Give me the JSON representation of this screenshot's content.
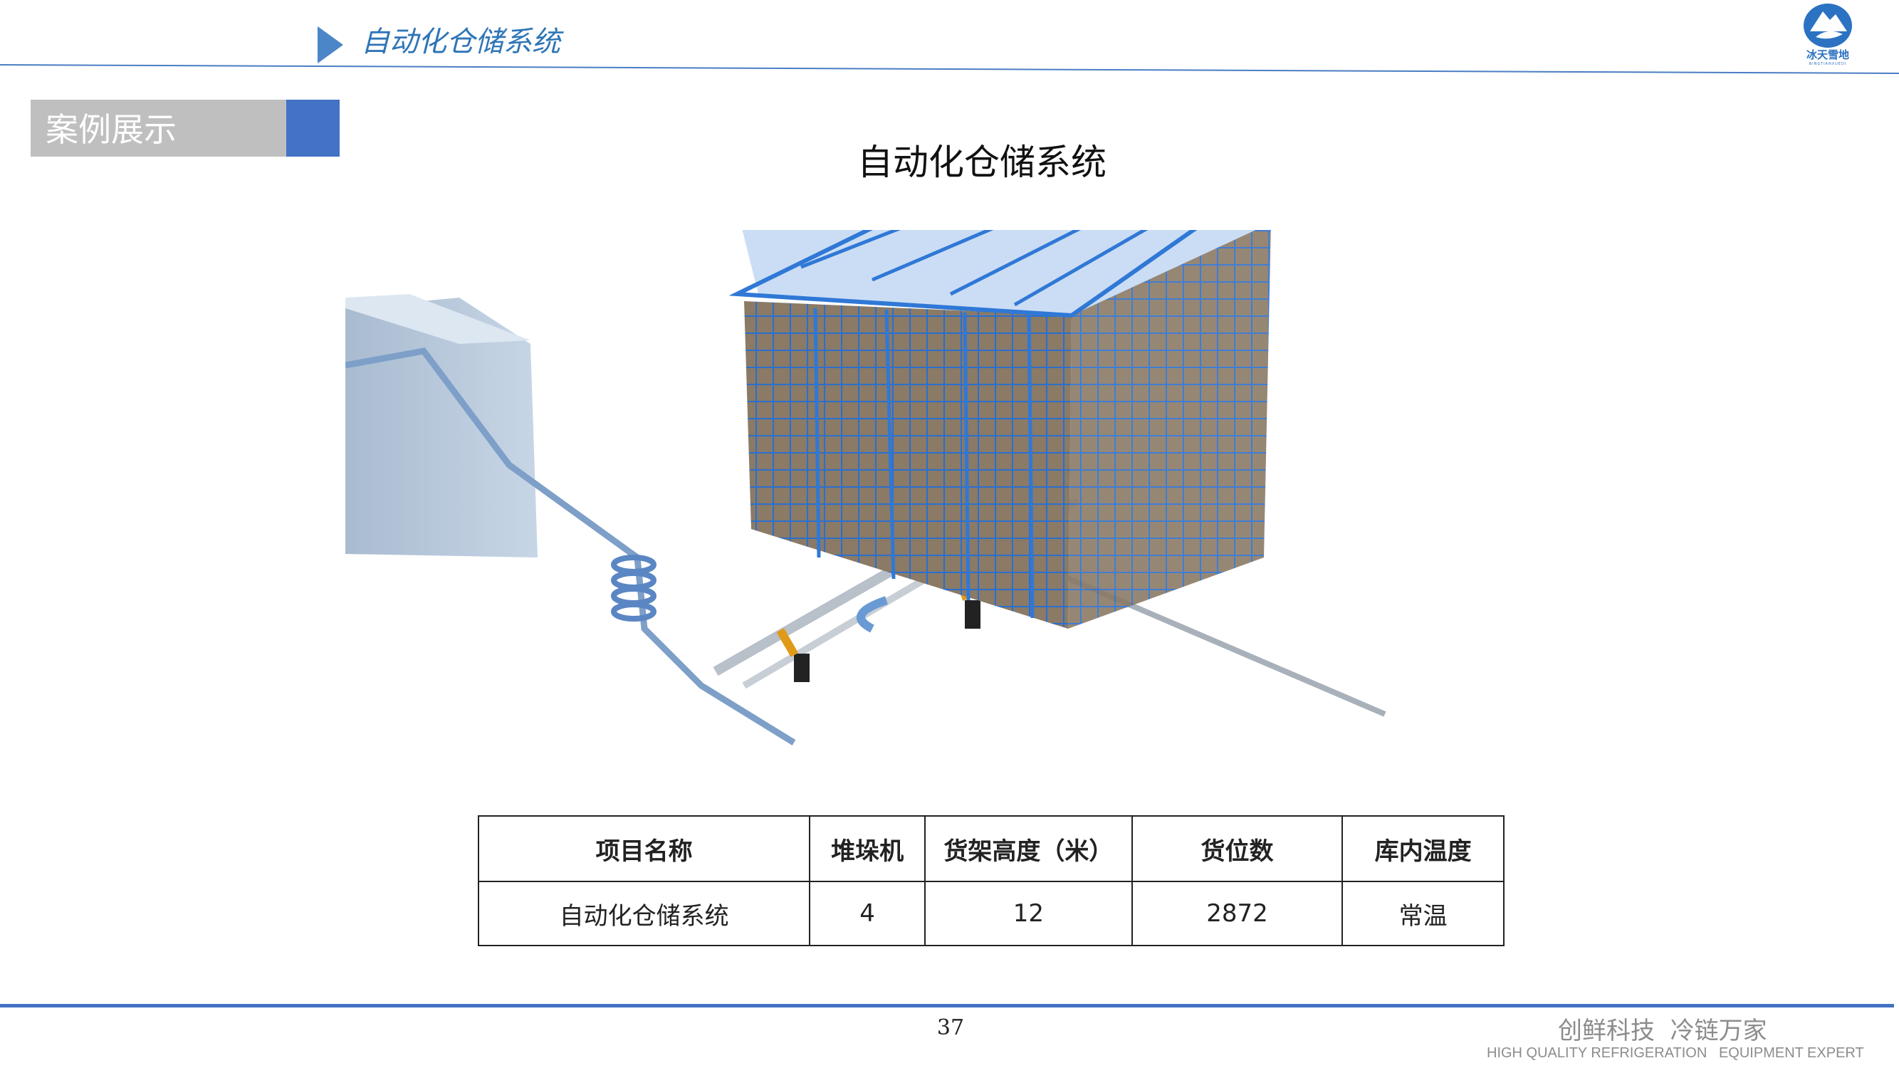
{
  "header": {
    "title": "自动化仓储系统"
  },
  "logo": {
    "name": "冰天雪地",
    "pinyin": "BINGTIANXUEDI"
  },
  "section_label": "案例展示",
  "main_title": "自动化仓储系统",
  "table": {
    "headers": [
      "项目名称",
      "堆垛机",
      "货架高度（米）",
      "货位数",
      "库内温度"
    ],
    "rows": [
      [
        "自动化仓储系统",
        "4",
        "12",
        "2872",
        "常温"
      ]
    ]
  },
  "footer": {
    "page_number": "37",
    "slogan": "创鲜科技  冷链万家",
    "slogan_en": "HIGH QUALITY REFRIGERATION   EQUIPMENT EXPERT"
  },
  "colors": {
    "accent": "#4472c4",
    "title_blue": "#2e75b6",
    "label_gray": "#bfbfbf"
  }
}
